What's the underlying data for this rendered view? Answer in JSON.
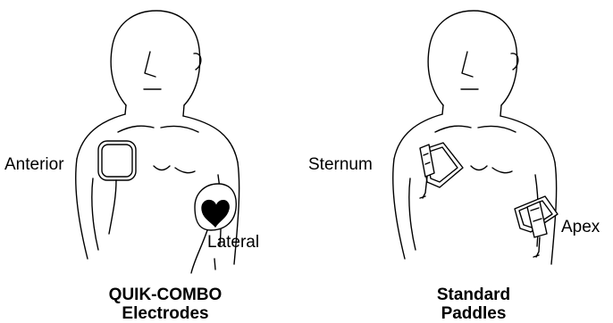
{
  "left_figure": {
    "labels": {
      "anterior": "Anterior",
      "lateral": "Lateral"
    },
    "caption": {
      "line1": "QUIK-COMBO",
      "line2": "Electrodes"
    }
  },
  "right_figure": {
    "labels": {
      "sternum": "Sternum",
      "apex": "Apex"
    },
    "caption": {
      "line1": "Standard",
      "line2": "Paddles"
    }
  },
  "colors": {
    "ink": "#000000",
    "background": "#ffffff"
  }
}
